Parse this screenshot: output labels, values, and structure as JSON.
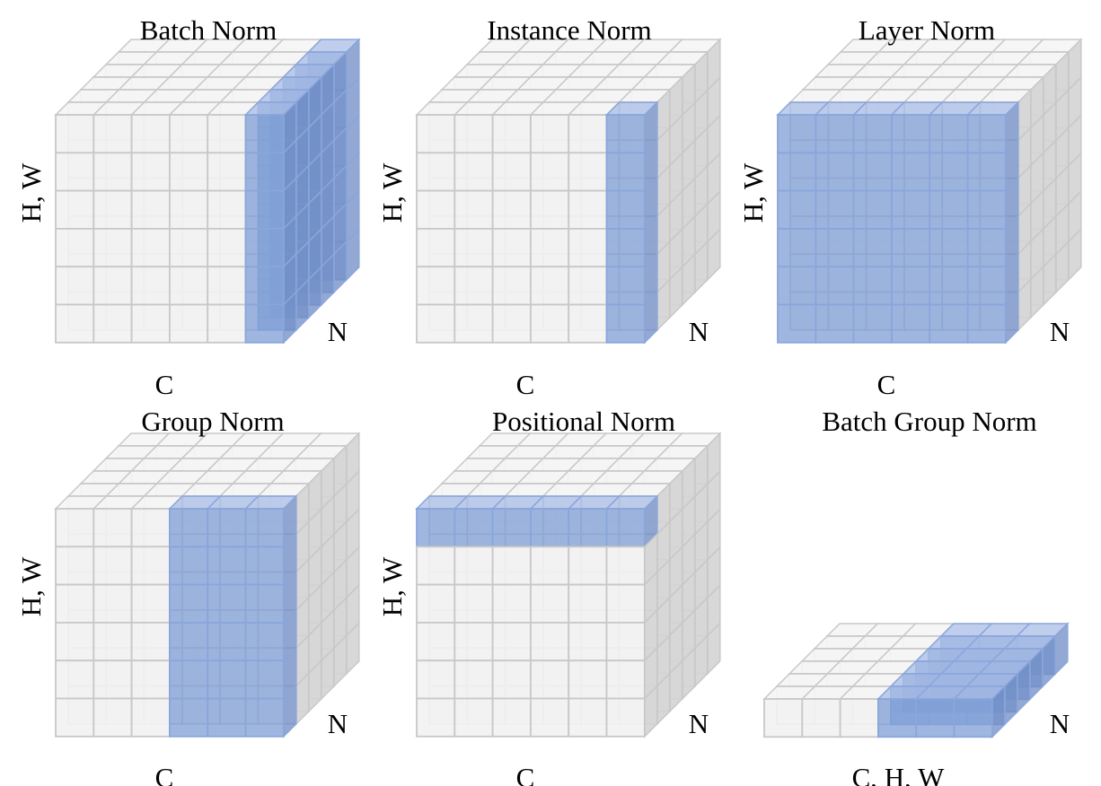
{
  "colors": {
    "face": "#f2f2f2",
    "edge": "#c8c8c8",
    "side": "#d4d4d4",
    "highlight": "#7f9fd6",
    "highlight_edge": "#8aa6dc"
  },
  "panels": [
    {
      "id": "batch-norm",
      "title": "Batch Norm",
      "x_label": "C",
      "y_label": "H, W",
      "z_label": "N",
      "grid": {
        "c": 6,
        "hw": 6,
        "n": 6
      },
      "highlight": {
        "c": [
          5,
          5
        ],
        "hw": [
          0,
          5
        ],
        "n": [
          0,
          5
        ]
      }
    },
    {
      "id": "instance-norm",
      "title": "Instance Norm",
      "x_label": "C",
      "y_label": "H, W",
      "z_label": "N",
      "grid": {
        "c": 6,
        "hw": 6,
        "n": 6
      },
      "highlight": {
        "c": [
          5,
          5
        ],
        "hw": [
          0,
          5
        ],
        "n": [
          0,
          0
        ]
      }
    },
    {
      "id": "layer-norm",
      "title": "Layer Norm",
      "x_label": "C",
      "y_label": "H, W",
      "z_label": "N",
      "grid": {
        "c": 6,
        "hw": 6,
        "n": 6
      },
      "highlight": {
        "c": [
          0,
          5
        ],
        "hw": [
          0,
          5
        ],
        "n": [
          0,
          0
        ]
      }
    },
    {
      "id": "group-norm",
      "title": "Group Norm",
      "x_label": "C",
      "y_label": "H, W",
      "z_label": "N",
      "grid": {
        "c": 6,
        "hw": 6,
        "n": 6
      },
      "highlight": {
        "c": [
          3,
          5
        ],
        "hw": [
          0,
          5
        ],
        "n": [
          0,
          0
        ]
      }
    },
    {
      "id": "positional-norm",
      "title": "Positional Norm",
      "x_label": "C",
      "y_label": "H, W",
      "z_label": "N",
      "grid": {
        "c": 6,
        "hw": 6,
        "n": 6
      },
      "highlight": {
        "c": [
          0,
          5
        ],
        "hw": [
          0,
          0
        ],
        "n": [
          0,
          0
        ]
      }
    },
    {
      "id": "batch-group-norm",
      "title": "Batch Group Norm",
      "x_label": "C, H, W",
      "y_label": "",
      "z_label": "N",
      "grid": {
        "c": 6,
        "hw": 1,
        "n": 6
      },
      "highlight": {
        "c": [
          3,
          5
        ],
        "hw": [
          0,
          0
        ],
        "n": [
          0,
          5
        ]
      }
    }
  ]
}
